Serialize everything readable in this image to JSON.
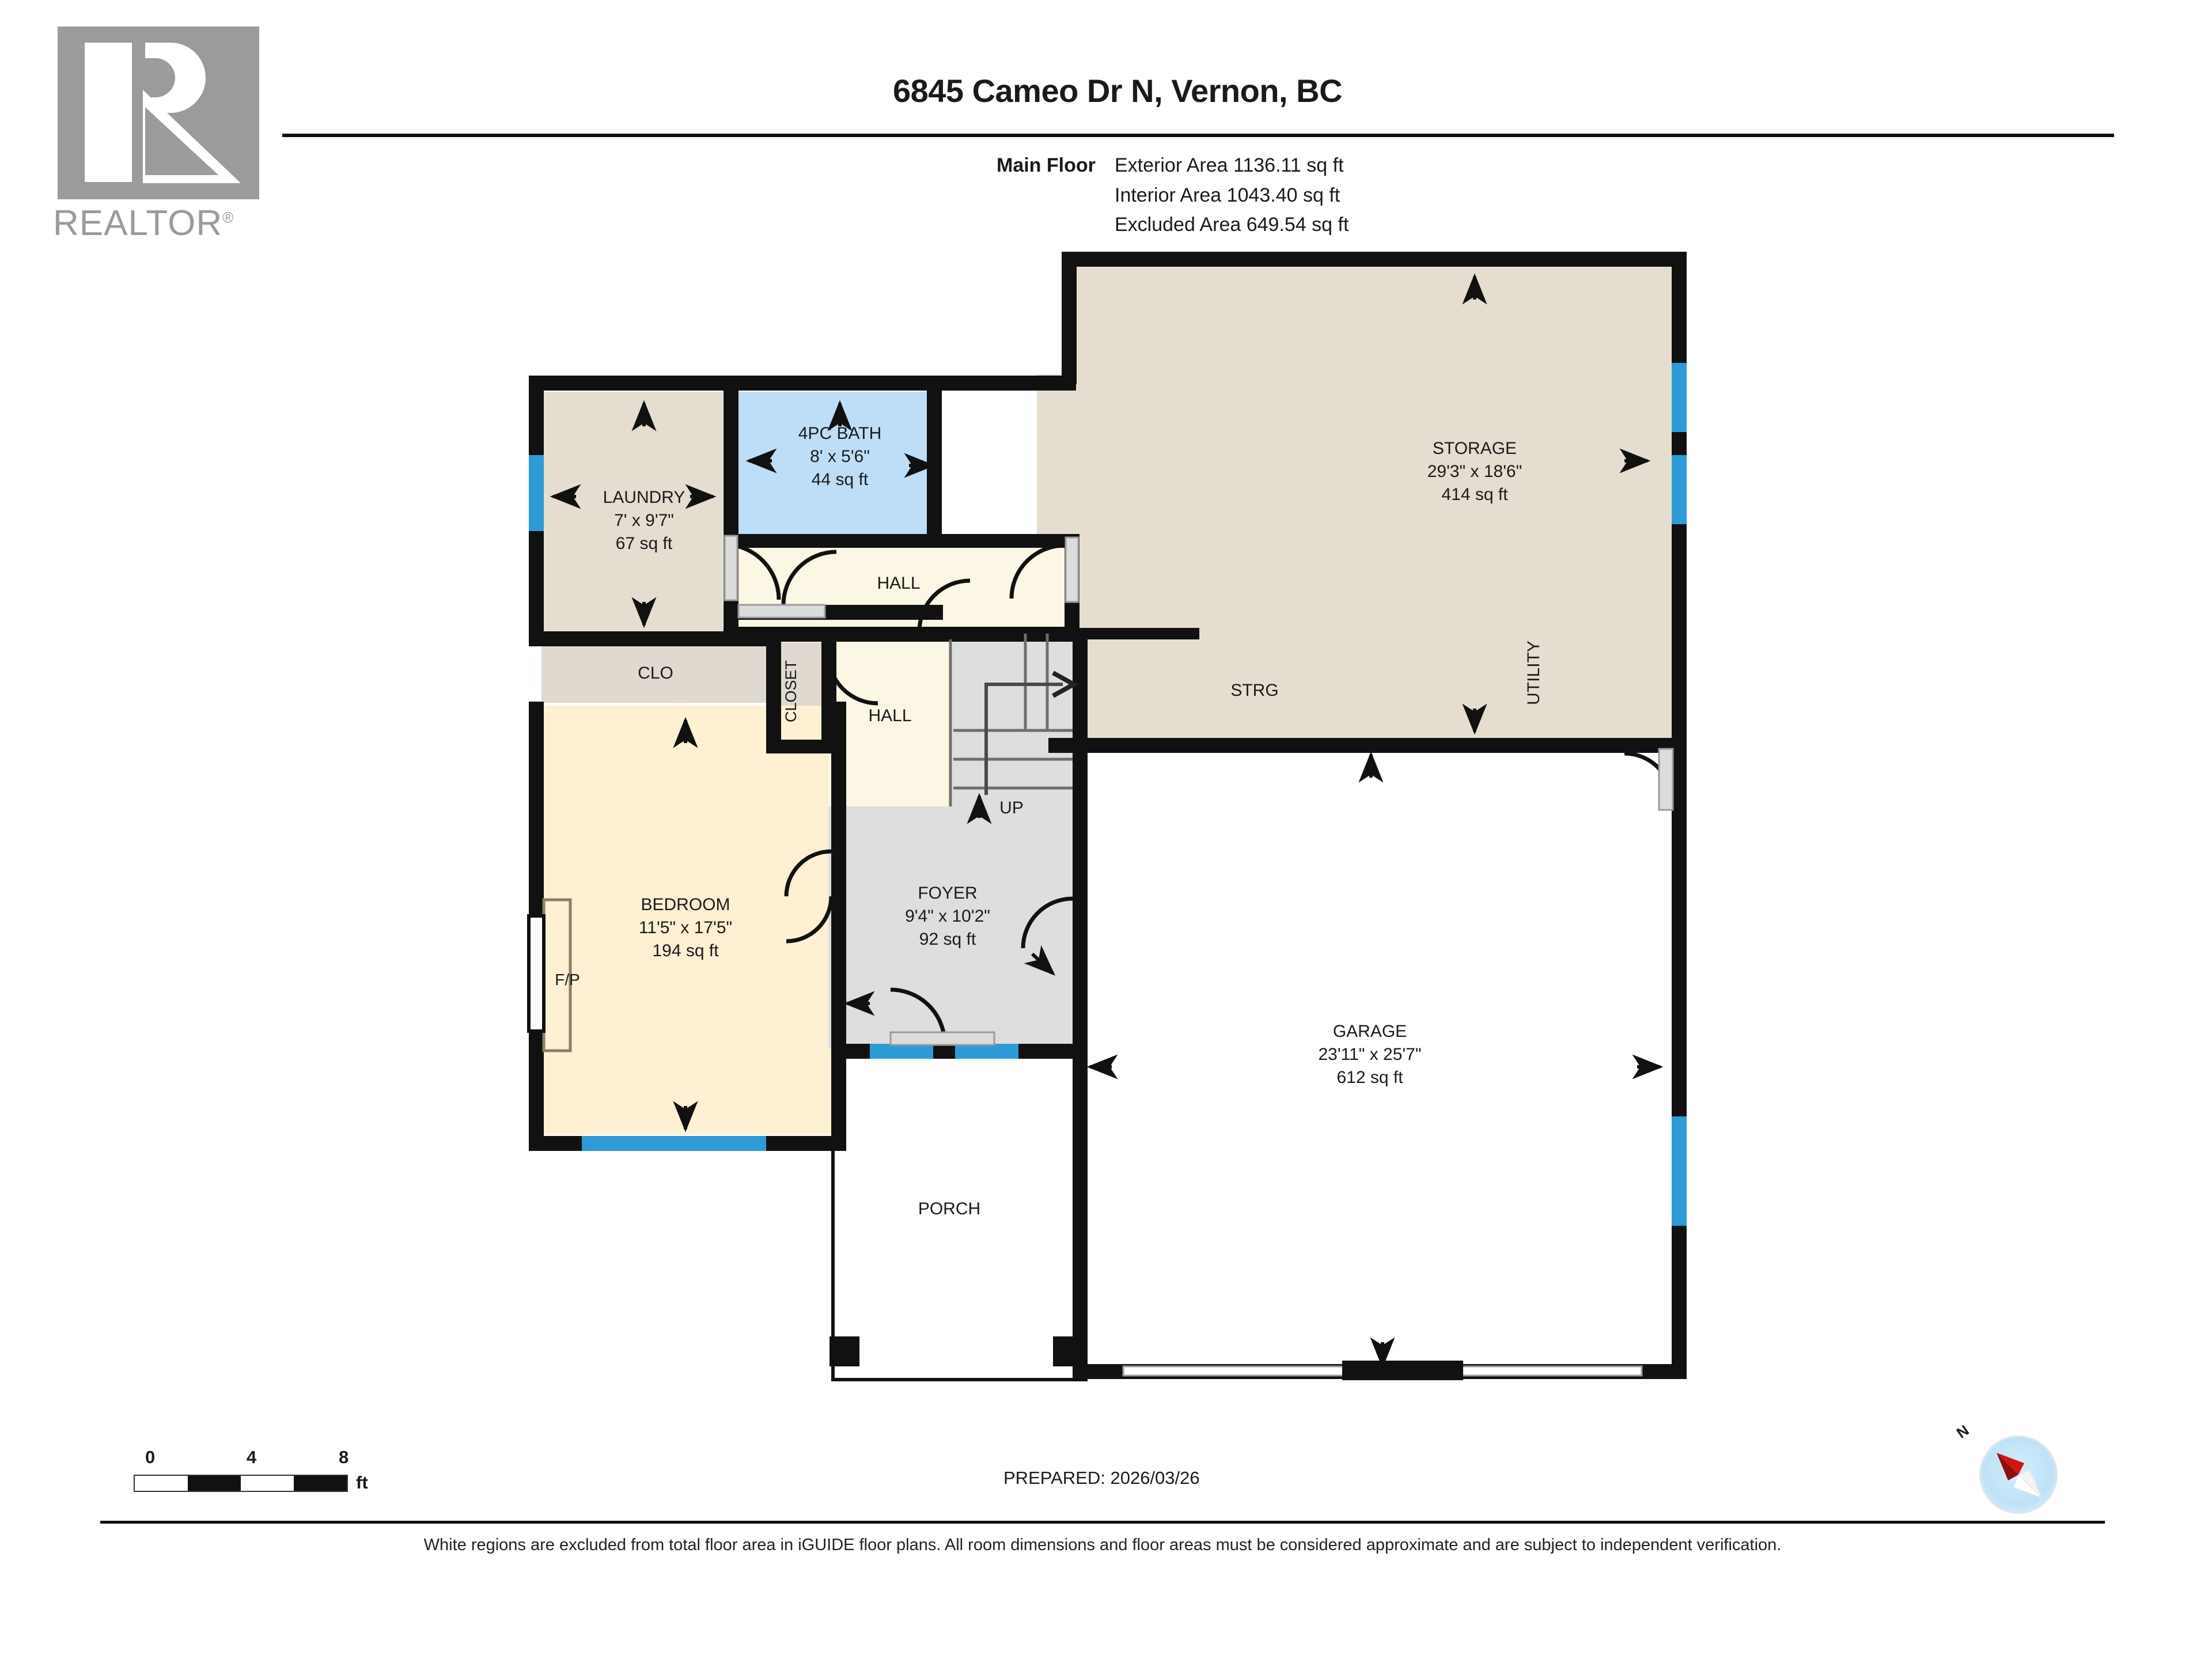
{
  "logo": {
    "wordmark": "REALTOR",
    "registered": "®"
  },
  "header": {
    "title": "6845 Cameo Dr N, Vernon, BC",
    "floor_label": "Main Floor",
    "areas": [
      "Exterior Area 1136.11 sq ft",
      "Interior Area 1043.40 sq ft",
      "Excluded Area 649.54 sq ft"
    ]
  },
  "colors": {
    "beige": "#E5DDD0",
    "yellow": "#FDF0D3",
    "bath_blue": "#BEDEF7",
    "gray": "#DEDEDE",
    "cream": "#FCF6E4",
    "closet_gray": "#DFD9CF",
    "wall": "#111111",
    "window": "#2E9BD6",
    "excluded": "#FFFFFF"
  },
  "rooms": [
    {
      "name": "LAUNDRY",
      "dims": "7' x 9'7\"",
      "area": "67 sq ft"
    },
    {
      "name": "4PC BATH",
      "dims": "8' x 5'6\"",
      "area": "44 sq ft"
    },
    {
      "name": "STORAGE",
      "dims": "29'3\" x 18'6\"",
      "area": "414 sq ft"
    },
    {
      "name": "BEDROOM",
      "dims": "11'5\" x 17'5\"",
      "area": "194 sq ft"
    },
    {
      "name": "FOYER",
      "dims": "9'4\" x 10'2\"",
      "area": "92 sq ft"
    },
    {
      "name": "GARAGE",
      "dims": "23'11\" x 25'7\"",
      "area": "612 sq ft"
    }
  ],
  "labels": {
    "hall_top": "HALL",
    "hall_lower": "HALL",
    "clo": "CLO",
    "closet": "CLOSET",
    "strg": "STRG",
    "utility": "UTILITY",
    "fp": "F/P",
    "up": "UP",
    "porch": "PORCH"
  },
  "scale": {
    "ticks": [
      "0",
      "4",
      "8"
    ],
    "unit": "ft"
  },
  "compass": {
    "north_label": "N"
  },
  "footer": {
    "prepared": "PREPARED: 2026/03/26",
    "disclaimer": "White regions are excluded from total floor area in iGUIDE floor plans. All room dimensions and floor areas must be considered approximate and are subject to independent verification."
  }
}
